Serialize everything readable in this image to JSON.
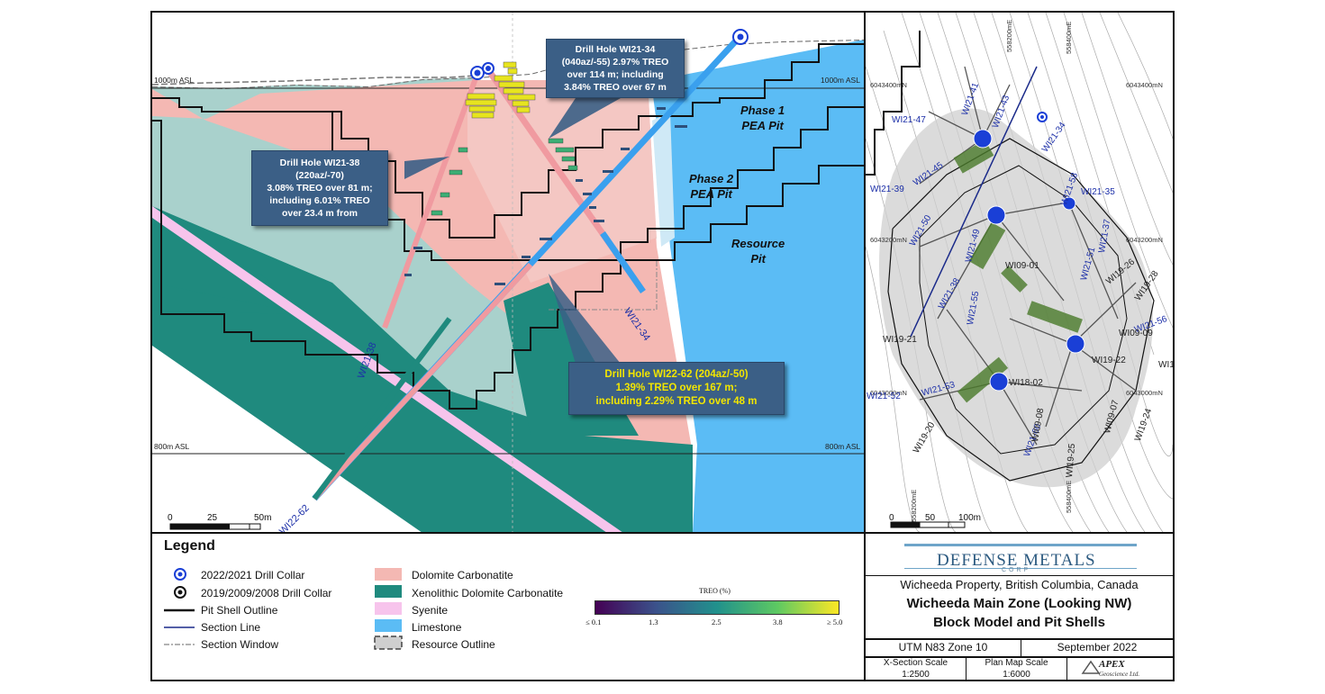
{
  "section": {
    "asl_labels": {
      "top_left": "1000m ASL",
      "top_right": "1000m ASL",
      "bottom_left": "800m ASL",
      "bottom_right": "800m ASL"
    },
    "pit_labels": [
      {
        "line1": "Phase 1",
        "line2": "PEA Pit"
      },
      {
        "line1": "Phase 2",
        "line2": "PEA Pit"
      },
      {
        "line1": "Resource",
        "line2": "Pit"
      }
    ],
    "hole_labels": {
      "wi21_34": "WI21-34",
      "wi21_38": "WI21-38",
      "wi22_62": "WI22-62"
    },
    "callouts": {
      "wi21_34": [
        "Drill Hole WI21-34",
        "(040az/-55) 2.97% TREO",
        "over 114 m; including",
        "3.84% TREO over 67 m"
      ],
      "wi21_38": [
        "Drill Hole WI21-38",
        "(220az/-70)",
        "3.08% TREO over 81 m;",
        "including 6.01% TREO",
        "over 23.4 m from"
      ],
      "wi22_62": [
        "Drill Hole WI22-62 (204az/-50)",
        "1.39% TREO over 167 m;",
        "including 2.29% TREO over 48 m"
      ]
    },
    "scale": {
      "t0": "0",
      "t1": "25",
      "t2": "50m"
    }
  },
  "plan": {
    "grid_labels": {
      "n1": "6043400mN",
      "n1b": "6043400mN",
      "n2": "6043200mN",
      "n2b": "6043200mN",
      "n3": "6043000mN",
      "n3b": "6043000mN",
      "e1": "558200mE",
      "e2": "558400mE",
      "e1b": "558200mE",
      "e2b": "558400mE"
    },
    "hole_labels_blue": [
      "WI21-47",
      "WI21-41",
      "WI21-43",
      "WI21-34",
      "WI21-45",
      "WI21-39",
      "WI21-58",
      "WI21-35",
      "WI21-50",
      "WI21-49",
      "WI21-37",
      "WI21-51",
      "WI21-56",
      "WI21-53",
      "WI21-52",
      "WI21-60",
      "WI21-55",
      "WI21-38"
    ],
    "hole_labels_dark": [
      "WI09-01",
      "WI09-09",
      "WI19-28",
      "WI19-26",
      "WI19-22",
      "WI19-21",
      "WI19-20",
      "WI19-24",
      "WI19-25",
      "WI09-07",
      "WI09-08",
      "WI18-02",
      "WI1"
    ],
    "scale": {
      "t0": "0",
      "t1": "50",
      "t2": "100m"
    }
  },
  "legend": {
    "title": "Legend",
    "items_left": [
      "2022/2021 Drill Collar",
      "2019/2009/2008 Drill Collar",
      "Pit Shell Outline",
      "Section Line",
      "Section Window"
    ],
    "items_right": [
      "Dolomite Carbonatite",
      "Xenolithic Dolomite Carbonatite",
      "Syenite",
      "Limestone",
      "Resource Outline"
    ],
    "colorbar": {
      "title": "TREO (%)",
      "ticks": [
        "≤ 0.1",
        "1.3",
        "2.5",
        "3.8",
        "≥ 5.0"
      ]
    }
  },
  "colors": {
    "dolomite": "#f4b8b3",
    "xenolithic": "#1f8a7e",
    "syenite": "#f7c4ec",
    "limestone": "#5bbcf5",
    "xeno_light": "#a9d1cc",
    "callout_bg": "#3b5f86",
    "collar_blue": "#1a3fd6"
  },
  "title_block": {
    "company": "DEFENSE METALS",
    "company_sub": "CORP",
    "property": "Wicheeda Property, British Columbia, Canada",
    "title1": "Wicheeda Main Zone (Looking NW)",
    "title2": "Block Model and Pit Shells",
    "zone": "UTM N83 Zone 10",
    "date": "September 2022",
    "xsec_label": "X-Section Scale",
    "xsec_value": "1:2500",
    "plan_label": "Plan Map Scale",
    "plan_value": "1:6000",
    "consultant": "APEX",
    "consultant_sub": "Geoscience Ltd."
  }
}
